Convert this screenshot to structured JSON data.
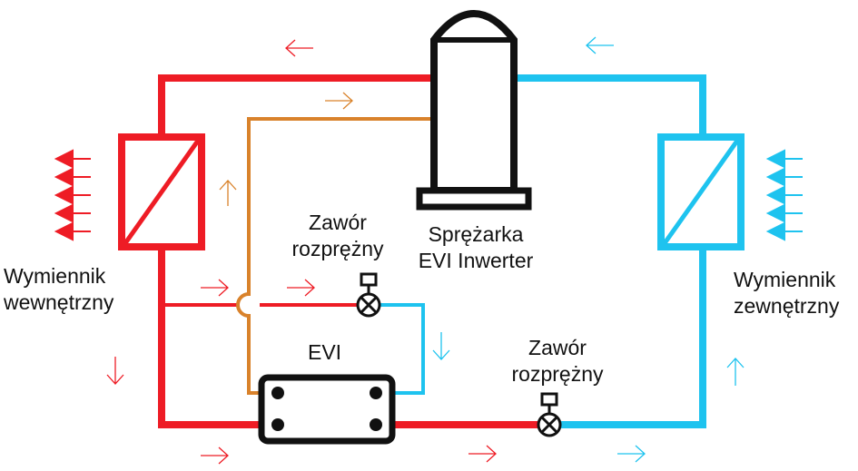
{
  "colors": {
    "hot": "#ee1c25",
    "cold": "#1ec3ef",
    "injection": "#d9822b",
    "outline": "#111111",
    "white": "#ffffff"
  },
  "labels": {
    "compressor": [
      "Sprężarka",
      "EVI Inwerter"
    ],
    "indoor_hx": [
      "Wymiennik",
      "wewnętrzny"
    ],
    "outdoor_hx": [
      "Wymiennik",
      "zewnętrzny"
    ],
    "valve_top": [
      "Zawór",
      "rozprężny"
    ],
    "valve_bottom": [
      "Zawór",
      "rozprężny"
    ],
    "evi": "EVI"
  },
  "icons": {
    "heat_output": "heat-wave-arrows-icon",
    "heat_input": "heat-wave-arrows-icon",
    "expansion_valve": "expansion-valve-icon",
    "flow_direction": "flow-arrow-icon"
  }
}
